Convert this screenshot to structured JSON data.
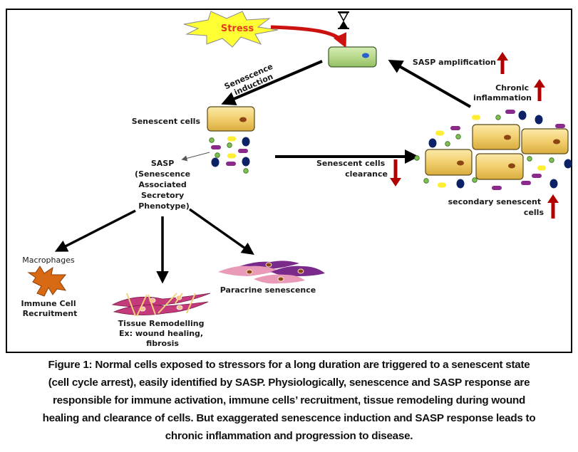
{
  "diagram": {
    "stress_label": "Stress",
    "hourglass_icon": "hourglass-icon",
    "senescence_induction_label": [
      "Senescence",
      "induction"
    ],
    "senescent_cells_label": "Senescent cells",
    "sasp_label": [
      "SASP",
      "(Senescence",
      "Associated",
      "Secretory",
      "Phenotype)"
    ],
    "sasp_amplification_label": "SASP amplification",
    "chronic_inflammation_label": [
      "Chronic",
      "inflammation"
    ],
    "clearance_label": [
      "Senescent cells",
      "clearance"
    ],
    "secondary_senescent_label": [
      "secondary senescent",
      "cells"
    ],
    "macrophages_label": "Macrophages",
    "immune_recruitment_label": [
      "Immune Cell",
      "Recruitment"
    ],
    "tissue_remodelling_label": [
      "Tissue Remodelling",
      "Ex: wound healing,",
      "fibrosis"
    ],
    "paracrine_label": "Paracrine senescence",
    "colors": {
      "normal_cell": "#b8d98c",
      "senescent_cell": "#f2cf6e",
      "nucleus": "#8b4513",
      "stress_burst": "#ffff33",
      "stress_text": "#e63a1e",
      "up_down_arrow": "#b00000",
      "macrophage": "#d96a14",
      "sasp_yellow": "#ffee33",
      "sasp_purple": "#8a2a8a",
      "sasp_navy": "#0d2266",
      "sasp_green": "#7cc050"
    },
    "trend_indicators": {
      "sasp_amplification": "up",
      "chronic_inflammation": "up",
      "senescent_cells_clearance": "down",
      "secondary_senescent_cells": "up"
    }
  },
  "caption": {
    "lines": [
      "Figure 1: Normal cells exposed to stressors for a long duration are triggered to a senescent state",
      "(cell cycle arrest), easily identified by SASP. Physiologically, senescence and SASP response are",
      "responsible for immune activation, immune cells’ recruitment, tissue remodeling during wound",
      "healing and clearance of cells. But exaggerated senescence induction and SASP response leads to",
      "chronic inflammation and progression to disease."
    ]
  }
}
